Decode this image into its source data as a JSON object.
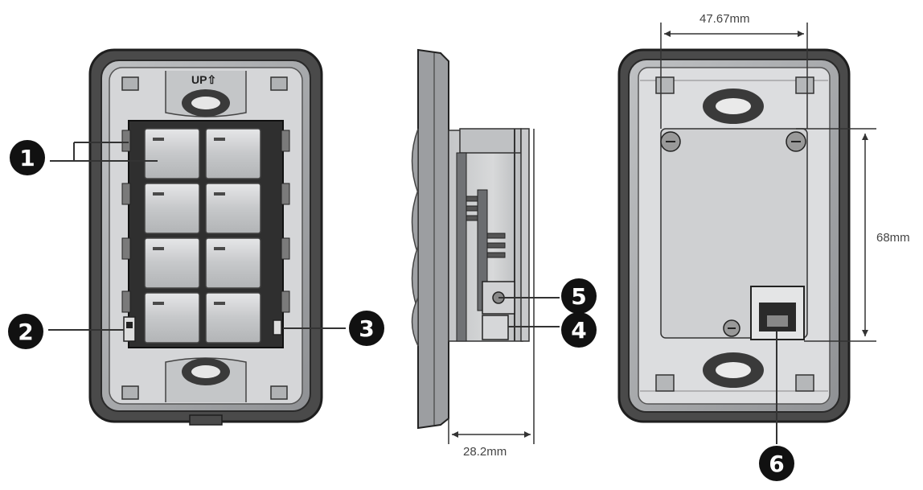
{
  "front_view": {
    "up_label": "UP⇧",
    "callouts": [
      "1",
      "2",
      "3"
    ]
  },
  "side_view": {
    "callouts": [
      "5",
      "4"
    ],
    "depth_label": "28.2mm"
  },
  "back_view": {
    "width_label": "47.67mm",
    "height_label": "68mm",
    "callouts": [
      "6"
    ]
  },
  "colors": {
    "plate_border": "#2a2a2a",
    "plate_fill": "#d9d9d9",
    "button_fill": "#c9cbcd",
    "callout_fill": "#111111",
    "line": "#333333"
  }
}
